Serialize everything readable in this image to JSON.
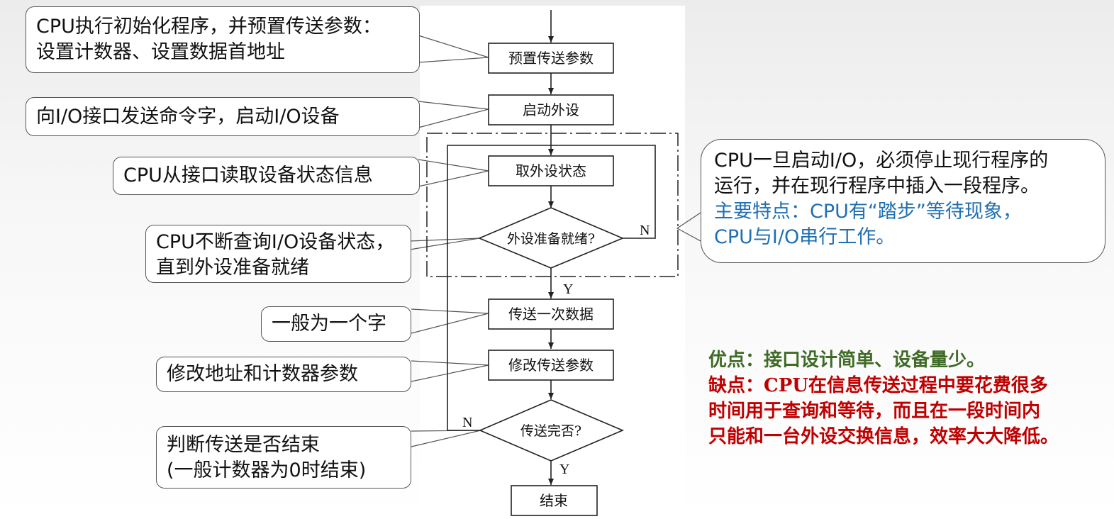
{
  "flowchart": {
    "steps": {
      "preset": "预置传送参数",
      "start_device": "启动外设",
      "read_status": "取外设状态",
      "ready_check": "外设准备就绪?",
      "transfer": "传送一次数据",
      "modify": "修改传送参数",
      "done_check": "传送完否?",
      "end": "结束"
    },
    "labels": {
      "yes": "Y",
      "no": "N"
    }
  },
  "callouts": {
    "init": [
      "CPU执行初始化程序，并预置传送参数：",
      "设置计数器、设置数据首地址"
    ],
    "start": [
      "向I/O接口发送命令字，启动I/O设备"
    ],
    "read": [
      "CPU从接口读取设备状态信息"
    ],
    "poll": [
      "CPU不断查询I/O设备状态，",
      "直到外设准备就绪"
    ],
    "word": [
      "一般为一个字"
    ],
    "modify": [
      "修改地址和计数器参数"
    ],
    "judge": [
      "判断传送是否结束",
      "(一般计数器为0时结束)"
    ],
    "summary": [
      "CPU一旦启动I/O，必须停止现行程序的",
      "运行，并在现行程序中插入一段程序。"
    ],
    "feature": [
      "主要特点：CPU有“踏步”等待现象，",
      "CPU与I/O串行工作。"
    ]
  },
  "evaluation": {
    "advantage": "优点：接口设计简单、设备量少。",
    "disadvantage": [
      "缺点：CPU在信息传送过程中要花费很多",
      "时间用于查询和等待，而且在一段时间内",
      "只能和一台外设交换信息，效率大大降低。"
    ]
  },
  "colors": {
    "feature_blue": "#1f6fb2",
    "advantage_green": "#3e6b25",
    "disadvantage_red": "#c00000",
    "line": "#222222"
  }
}
